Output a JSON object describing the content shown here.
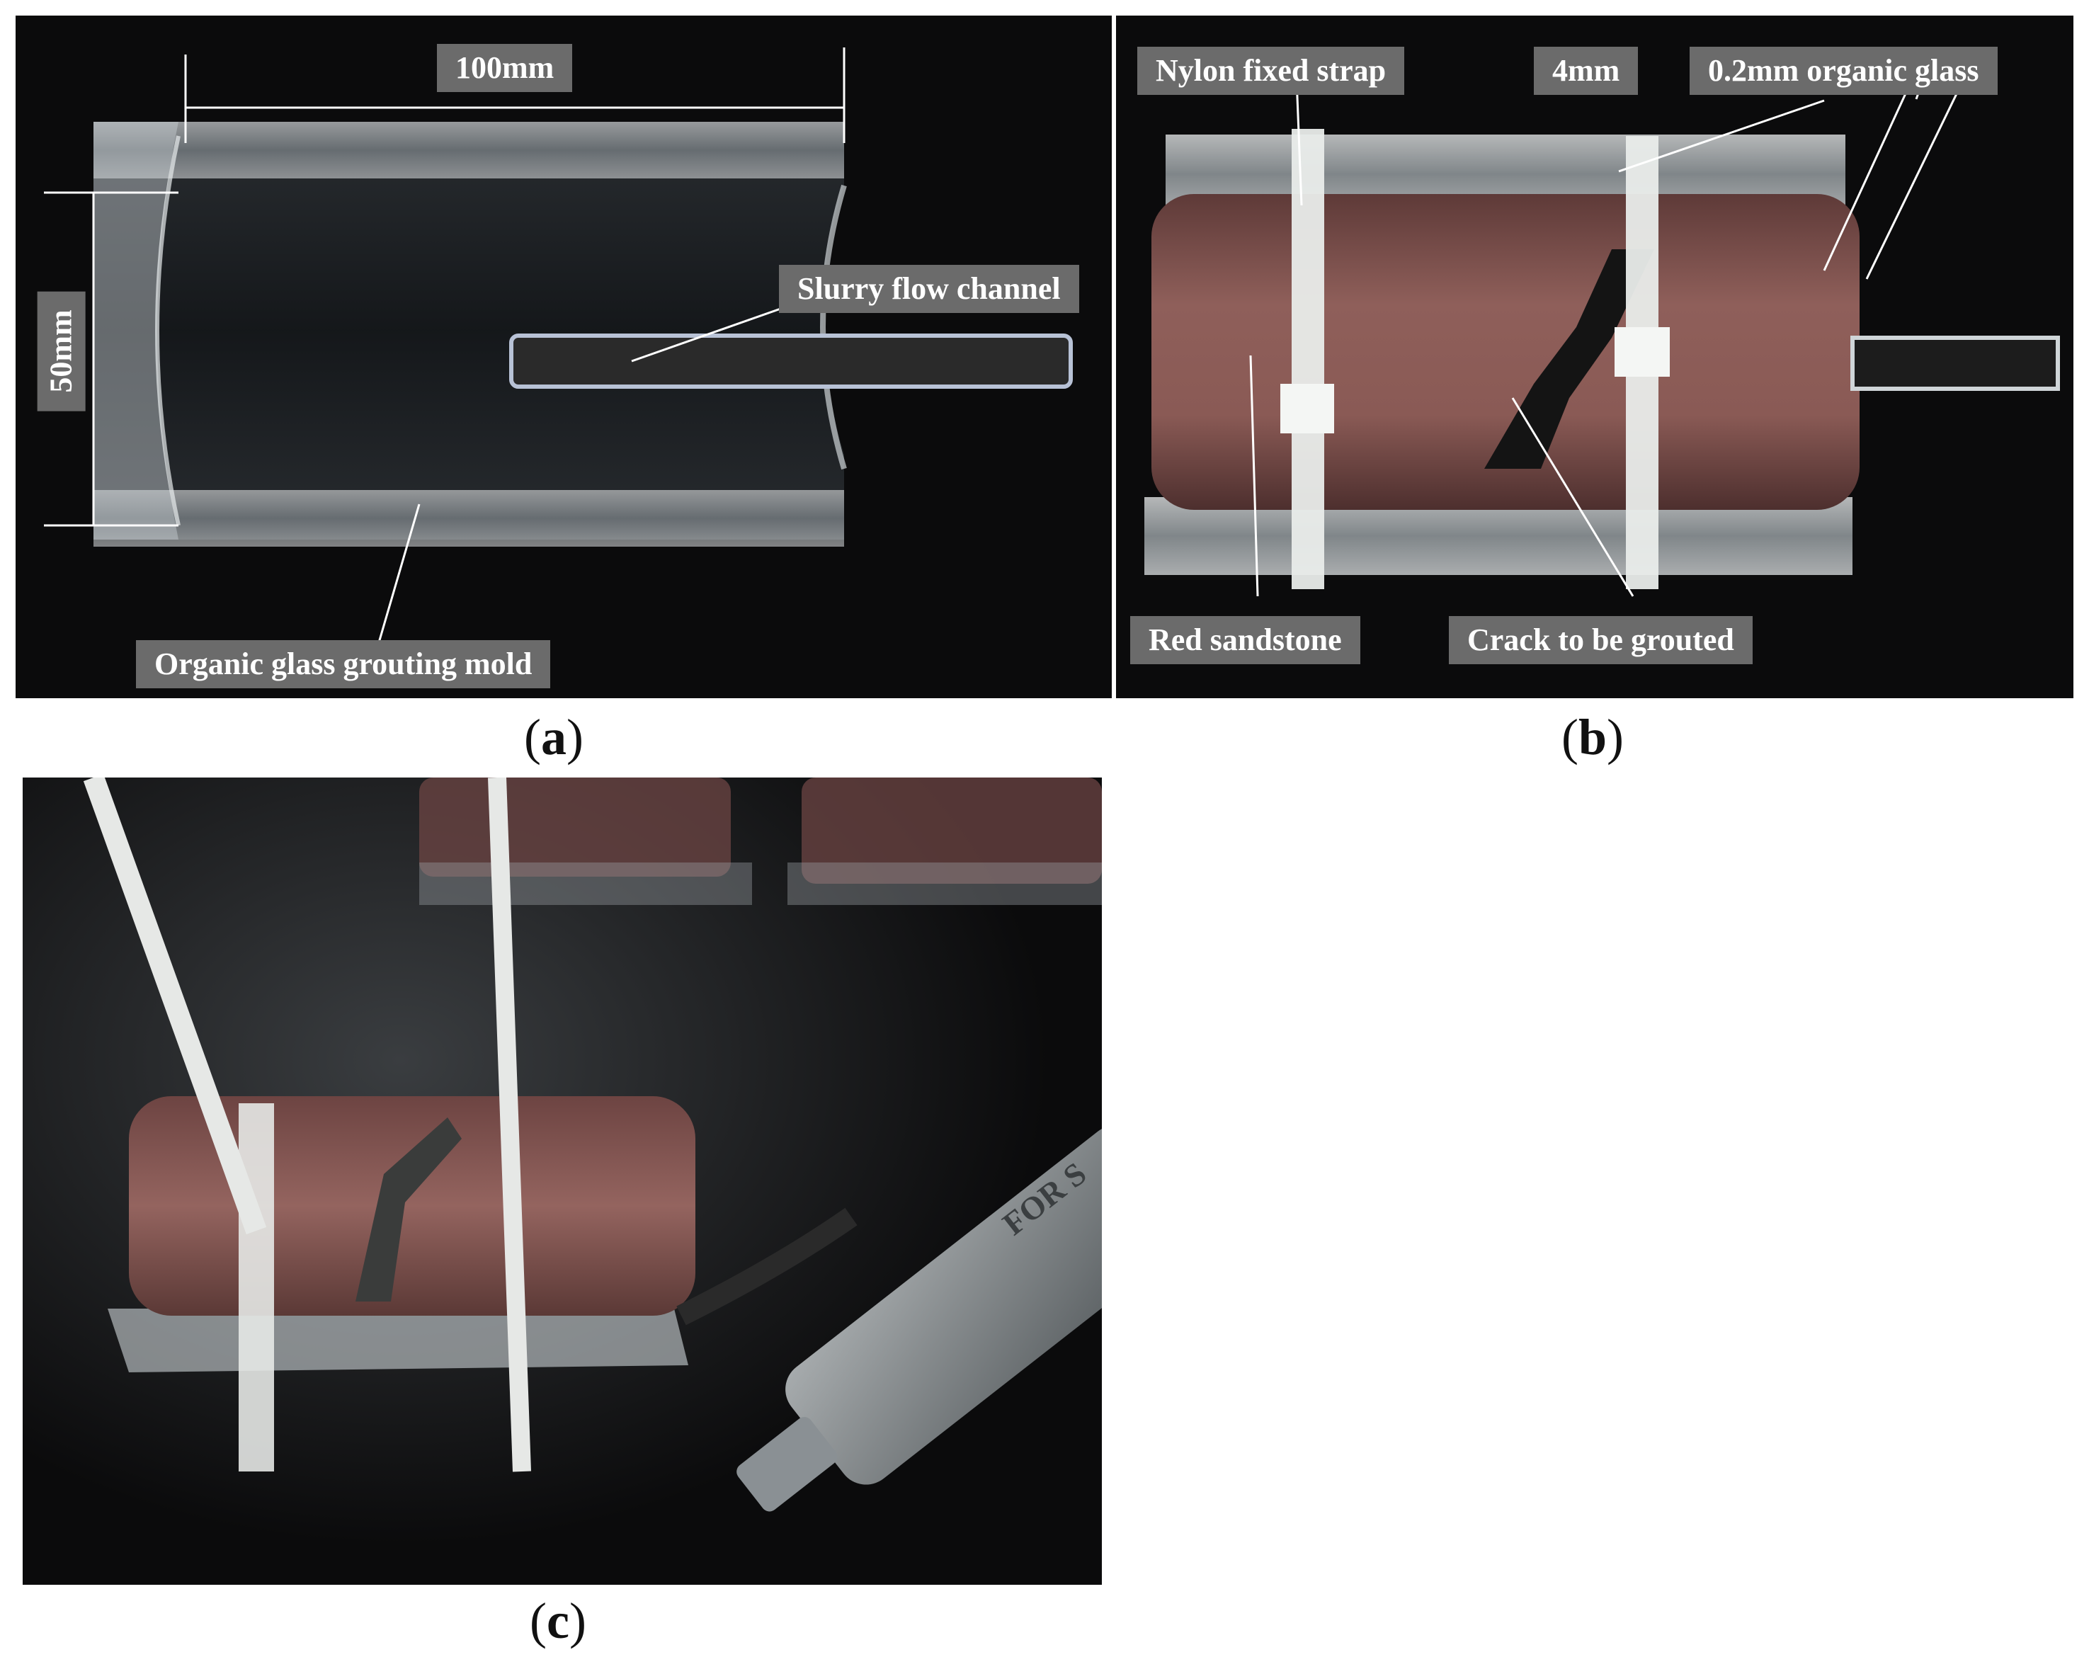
{
  "panel_a": {
    "dim_width": "100mm",
    "dim_height": "50mm",
    "label_channel": "Slurry flow channel",
    "label_mold": "Organic glass grouting mold"
  },
  "panel_b": {
    "label_strap": "Nylon fixed strap",
    "label_width": "4mm",
    "label_glass": "0.2mm organic glass",
    "label_sandstone": "Red sandstone",
    "label_crack": "Crack to be grouted"
  },
  "panel_c": {
    "syringe_text": "FOR S"
  },
  "captions": {
    "a": "a",
    "b": "b",
    "c": "c"
  },
  "colors": {
    "background": "#0b0b0c",
    "tag_bg": "#6b6b6b",
    "sandstone": "#8a5a55",
    "glass": "#d8dde0"
  }
}
